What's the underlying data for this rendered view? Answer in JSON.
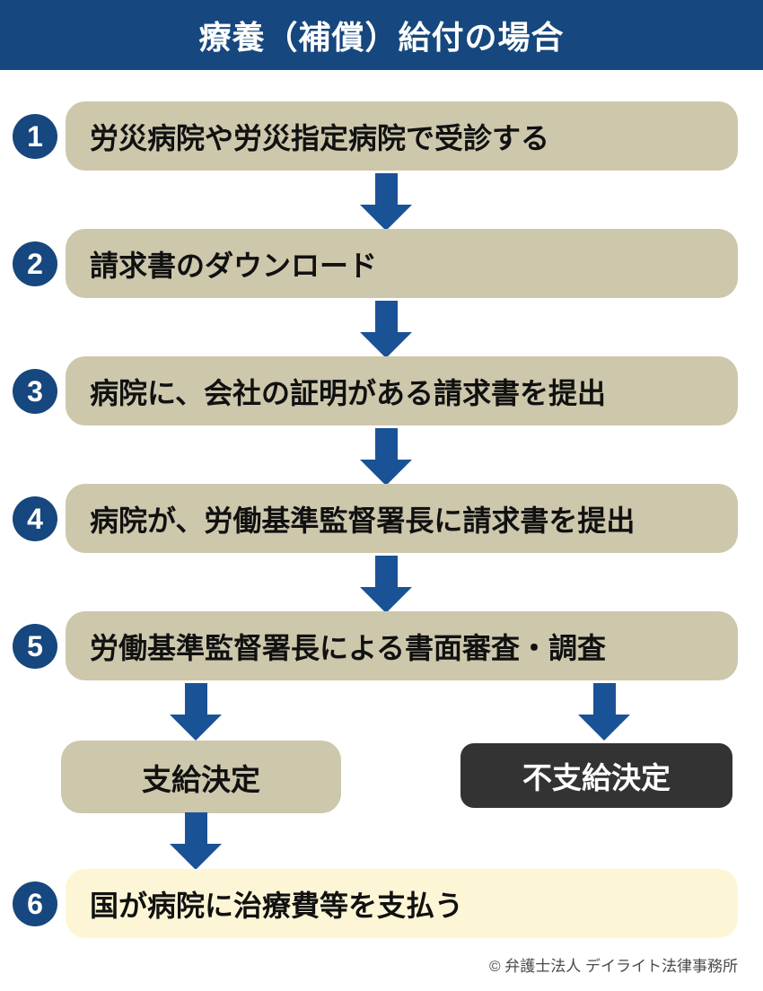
{
  "title": "療養（補償）給付の場合",
  "steps": [
    {
      "number": "1",
      "label": "労災病院や労災指定病院で受診する"
    },
    {
      "number": "2",
      "label": "請求書のダウンロード"
    },
    {
      "number": "3",
      "label": "病院に、会社の証明がある請求書を提出"
    },
    {
      "number": "4",
      "label": "病院が、労働基準監督署長に請求書を提出"
    },
    {
      "number": "5",
      "label": "労働基準監督署長による書面審査・調査"
    },
    {
      "number": "6",
      "label": "国が病院に治療費等を支払う"
    }
  ],
  "decisions": {
    "approved": "支給決定",
    "denied": "不支給決定"
  },
  "footer": {
    "copyright": "© 弁護士法人 デイライト法律事務所"
  },
  "colors": {
    "header_navy": "#16477e",
    "arrow_blue": "#1a5296",
    "step_tan": "#cdc7ac",
    "denied_dark": "#333333",
    "final_cream": "#fdf6d6",
    "text_black": "#111111",
    "text_white": "#ffffff"
  }
}
